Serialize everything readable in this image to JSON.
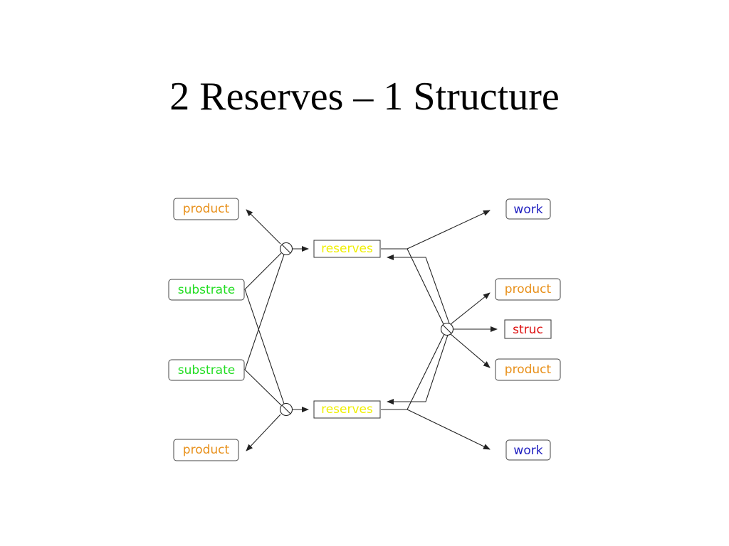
{
  "title": "2 Reserves – 1 Structure",
  "colors": {
    "product": "#e8901a",
    "substrate": "#22dd22",
    "reserves": "#f0f000",
    "work": "#2020c0",
    "struc": "#dd1111",
    "line": "#222222"
  },
  "nodes": {
    "product_top_left": "product",
    "substrate_upper": "substrate",
    "substrate_lower": "substrate",
    "product_bottom_left": "product",
    "reserves_top": "reserves",
    "reserves_bottom": "reserves",
    "work_top": "work",
    "product_right_upper": "product",
    "struc": "struc",
    "product_right_lower": "product",
    "work_bottom": "work"
  }
}
